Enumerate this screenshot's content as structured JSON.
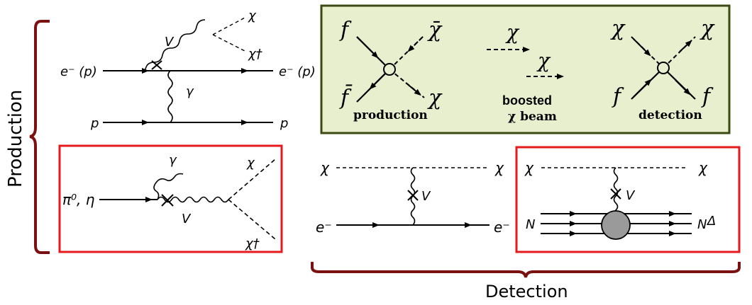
{
  "side_labels": {
    "production": "Production",
    "detection": "Detection"
  },
  "colors": {
    "brace": "#7a1010",
    "highlight_box": "#e41a1c",
    "panel_fill": "#e8efcf",
    "panel_border": "#3b4a12",
    "blob": "#9a9a9a"
  },
  "diagram_a": {
    "in_label": "e⁻ (p)",
    "out_label": "e⁻ (p)",
    "boson_label": "V",
    "photon_label": "γ",
    "chi_label": "χ",
    "chibar_label": "χ†",
    "proton_in": "p",
    "proton_out": "p"
  },
  "diagram_b": {
    "in_label": "π⁰, η",
    "photon_label": "γ",
    "boson_label": "V",
    "chi_label": "χ",
    "chibar_label": "χ†"
  },
  "panel": {
    "f_in": "f",
    "fbar_in": "f̄",
    "chibar_out": "χ̄",
    "chi_out": "χ",
    "production_label": "production",
    "beam_chi1": "χ",
    "beam_chi2": "χ",
    "boosted_label": "boosted",
    "beam_label": "χ beam",
    "det_chi_in": "χ",
    "det_chi_out": "χ",
    "det_f_in": "f",
    "det_f_out": "f",
    "detection_label": "detection"
  },
  "diagram_c": {
    "chi_in": "χ",
    "chi_out": "χ",
    "boson_label": "V",
    "e_in": "e⁻",
    "e_out": "e⁻"
  },
  "diagram_d": {
    "chi_in": "χ",
    "chi_out": "χ",
    "boson_label": "V",
    "n_in": "N",
    "n_out": "N",
    "delta_out": "Δ"
  }
}
